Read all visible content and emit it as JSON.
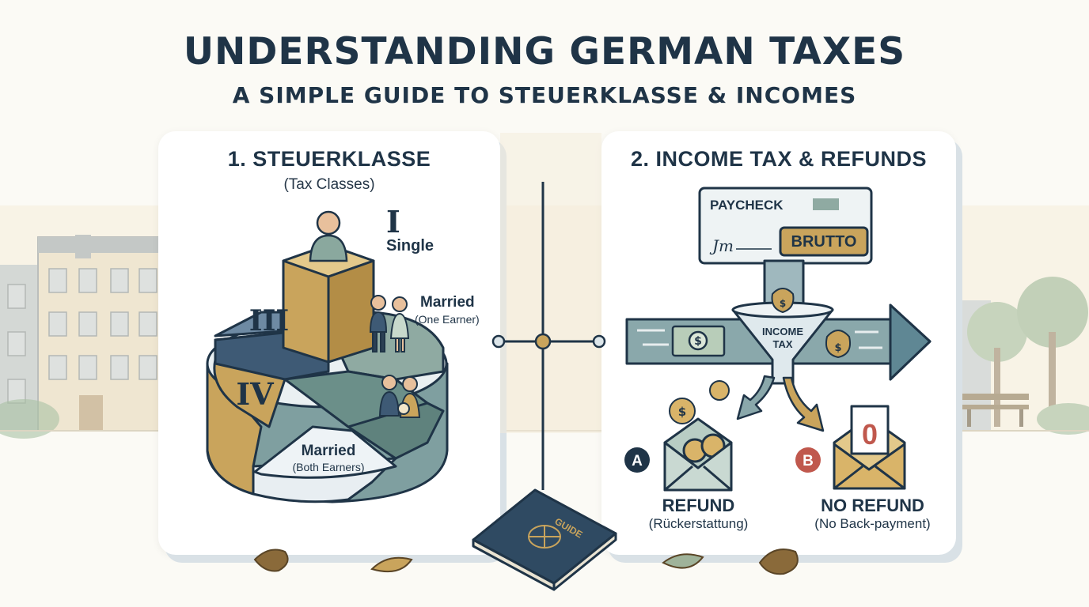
{
  "header": {
    "title": "UNDERSTANDING GERMAN TAXES",
    "subtitle": "A SIMPLE GUIDE TO STEUERKLASSE & INCOMES"
  },
  "steuerklasse": {
    "title": "1. STEUERKLASSE",
    "subtitle": "(Tax Classes)",
    "class_single_numeral": "I",
    "class_single_label": "Single",
    "class_iii_numeral": "III",
    "class_iv_numeral": "IV",
    "married_one_title": "Married",
    "married_one_sub": "(One Earner)",
    "married_both_title": "Married",
    "married_both_sub": "(Both Earners)"
  },
  "income": {
    "title": "2. INCOME TAX & REFUNDS",
    "paycheck_label": "PAYCHECK",
    "brutto_label": "BRUTTO",
    "signature": "Jm",
    "funnel_line1": "INCOME",
    "funnel_line2": "TAX",
    "option_a_badge": "A",
    "option_a_title": "REFUND",
    "option_a_sub": "(Rückerstattung)",
    "option_b_badge": "B",
    "option_b_title": "NO REFUND",
    "option_b_sub": "(No Back-payment)",
    "zero_value": "0"
  },
  "guide_book_label": "GUIDE",
  "colors": {
    "navy": "#1f3447",
    "slate_blue": "#3e5a75",
    "tan": "#c9a45c",
    "sage": "#8aa89e",
    "red_badge": "#c0584d",
    "light_blue": "#e3edf2"
  }
}
